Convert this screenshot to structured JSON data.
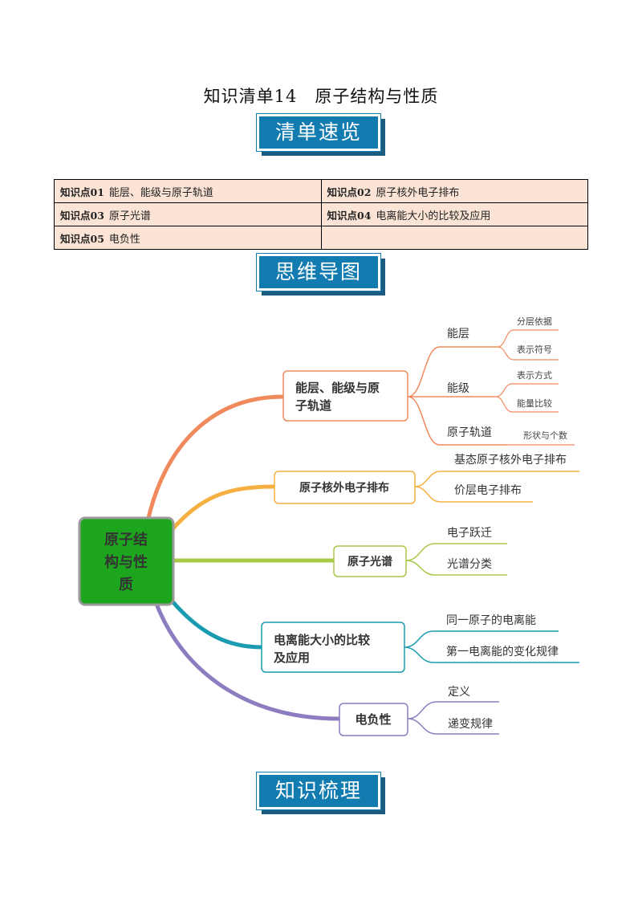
{
  "title": "知识清单14　原子结构与性质",
  "banners": {
    "overview": "清单速览",
    "mindmap": "思维导图",
    "review": "知识梳理"
  },
  "toc": [
    [
      {
        "num": "知识点01",
        "text": "能层、能级与原子轨道"
      },
      {
        "num": "知识点02",
        "text": "原子核外电子排布"
      }
    ],
    [
      {
        "num": "知识点03",
        "text": "原子光谱"
      },
      {
        "num": "知识点04",
        "text": "电离能大小的比较及应用"
      }
    ],
    [
      {
        "num": "知识点05",
        "text": "电负性"
      },
      {
        "num": "",
        "text": ""
      }
    ]
  ],
  "mindmap": {
    "center": [
      "原子结",
      "构与性",
      "质"
    ],
    "branches": [
      {
        "label": [
          "能层、能级与原",
          "子轨道"
        ],
        "color": "#f08a5d",
        "children": [
          {
            "label": "能层",
            "leaves": [
              "分层依据",
              "表示符号"
            ]
          },
          {
            "label": "能级",
            "leaves": [
              "表示方式",
              "能量比较"
            ]
          },
          {
            "label": "原子轨道",
            "leaves": [
              "形状与个数"
            ]
          }
        ]
      },
      {
        "label": [
          "原子核外电子排布"
        ],
        "color": "#f5b041",
        "children": [
          {
            "label": "基态原子核外电子排布"
          },
          {
            "label": "价层电子排布"
          }
        ]
      },
      {
        "label": [
          "原子光谱"
        ],
        "color": "#a8c94a",
        "children": [
          {
            "label": "电子跃迁"
          },
          {
            "label": "光谱分类"
          }
        ]
      },
      {
        "label": [
          "电离能大小的比较",
          "及应用"
        ],
        "color": "#1a9bb0",
        "children": [
          {
            "label": "同一原子的电离能"
          },
          {
            "label": "第一电离能的变化规律"
          }
        ]
      },
      {
        "label": [
          "电负性"
        ],
        "color": "#8d7cc0",
        "children": [
          {
            "label": "定义"
          },
          {
            "label": "递变规律"
          }
        ]
      }
    ]
  }
}
